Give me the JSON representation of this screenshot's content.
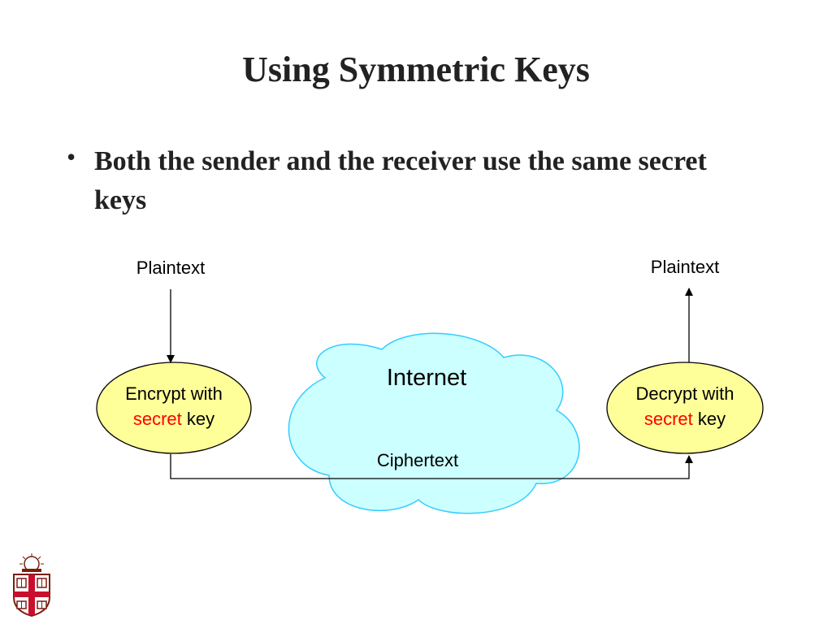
{
  "slide": {
    "title": "Using Symmetric Keys",
    "bullet": "Both the sender and the receiver use the same secret keys"
  },
  "diagram": {
    "left_plaintext": "Plaintext",
    "right_plaintext": "Plaintext",
    "encrypt": {
      "line1": "Encrypt with",
      "red_word": "secret",
      "rest": " key"
    },
    "decrypt": {
      "line1": "Decrypt with",
      "red_word": "secret",
      "rest": " key"
    },
    "cloud_label": "Internet",
    "ciphertext_label": "Ciphertext"
  },
  "colors": {
    "ellipse_fill": "#ffff99",
    "cloud_fill": "#ccffff",
    "cloud_stroke": "#33ccff",
    "accent_red": "#ff0000"
  },
  "icons": {
    "logo": "university-shield-icon"
  }
}
